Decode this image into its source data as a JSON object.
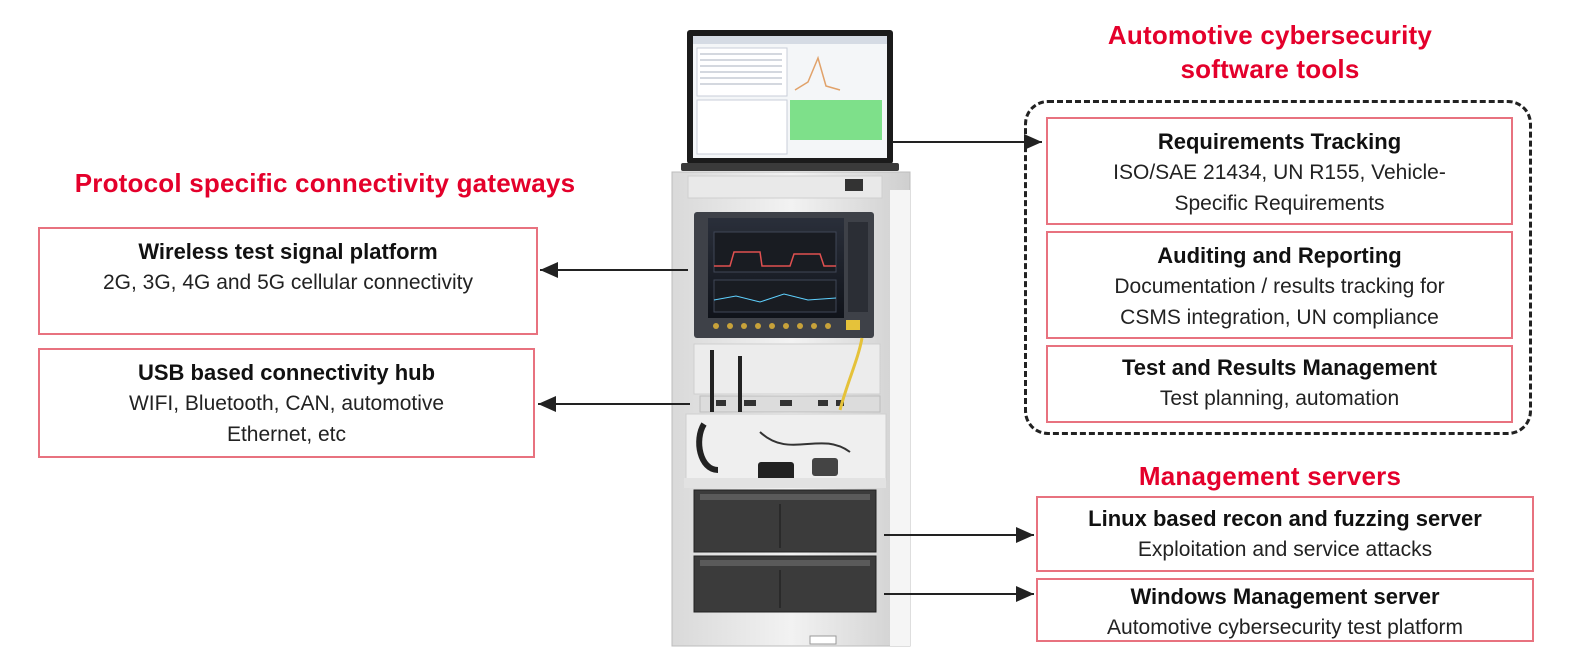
{
  "colors": {
    "accent": "#e4002b",
    "box_border": "#e8727f",
    "arrow": "#222222"
  },
  "left": {
    "heading": "Protocol specific connectivity gateways",
    "boxes": [
      {
        "title": "Wireless test signal platform",
        "desc": "2G, 3G, 4G and 5G cellular connectivity"
      },
      {
        "title": "USB based connectivity hub",
        "desc_1": "WIFI, Bluetooth, CAN, automotive",
        "desc_2": "Ethernet, etc"
      }
    ]
  },
  "right_top": {
    "heading_1": "Automotive cybersecurity",
    "heading_2": "software tools",
    "boxes": [
      {
        "title": "Requirements Tracking",
        "desc_1": "ISO/SAE 21434, UN R155, Vehicle-",
        "desc_2": "Specific Requirements"
      },
      {
        "title": "Auditing and Reporting",
        "desc_1": "Documentation / results tracking for",
        "desc_2": "CSMS integration, UN compliance"
      },
      {
        "title": "Test and Results Management",
        "desc": "Test planning, automation"
      }
    ]
  },
  "right_bottom": {
    "heading": "Management servers",
    "boxes": [
      {
        "title": "Linux based recon and fuzzing server",
        "desc": "Exploitation and service attacks"
      },
      {
        "title": "Windows Management server",
        "desc": "Automotive cybersecurity test platform"
      }
    ]
  },
  "rack_image": "test rack with laptop, signal analyzer, connectivity hub and two servers"
}
